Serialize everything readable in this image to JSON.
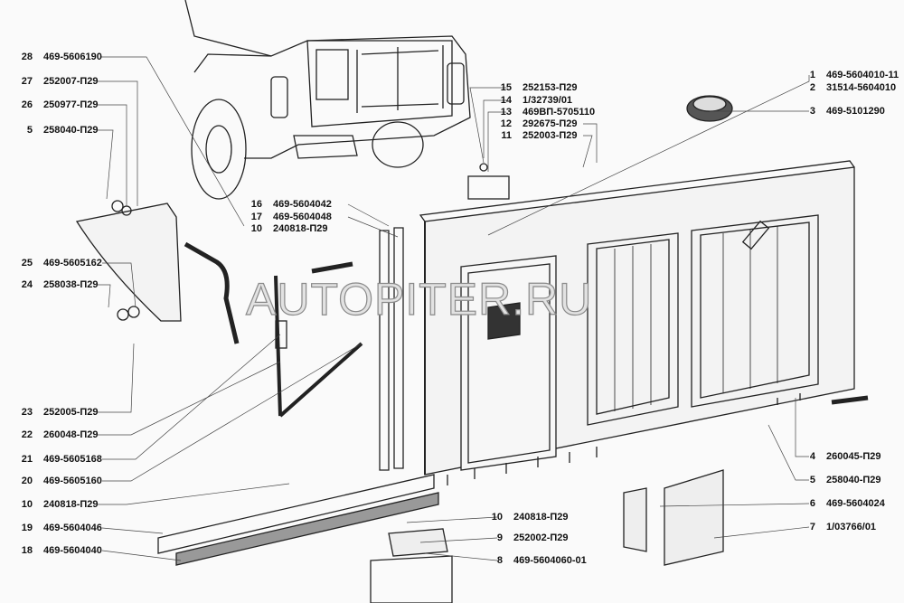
{
  "watermark": "AUTOPITER.RU",
  "callouts": [
    {
      "num": "28",
      "code": "469-5606190"
    },
    {
      "num": "27",
      "code": "252007-П29"
    },
    {
      "num": "26",
      "code": "250977-П29"
    },
    {
      "num": "5",
      "code": "258040-П29"
    },
    {
      "num": "25",
      "code": "469-5605162"
    },
    {
      "num": "24",
      "code": "258038-П29"
    },
    {
      "num": "23",
      "code": "252005-П29"
    },
    {
      "num": "22",
      "code": "260048-П29"
    },
    {
      "num": "21",
      "code": "469-5605168"
    },
    {
      "num": "20",
      "code": "469-5605160"
    },
    {
      "num": "10",
      "code": "240818-П29"
    },
    {
      "num": "19",
      "code": "469-5604046"
    },
    {
      "num": "18",
      "code": "469-5604040"
    },
    {
      "num": "16",
      "code": "469-5604042"
    },
    {
      "num": "17",
      "code": "469-5604048"
    },
    {
      "num": "10",
      "code": "240818-П29"
    },
    {
      "num": "15",
      "code": "252153-П29"
    },
    {
      "num": "14",
      "code": "1/32739/01"
    },
    {
      "num": "13",
      "code": "469ВП-5705110"
    },
    {
      "num": "12",
      "code": "292675-П29"
    },
    {
      "num": "11",
      "code": "252003-П29"
    },
    {
      "num": "1",
      "code": "469-5604010-11"
    },
    {
      "num": "2",
      "code": "31514-5604010"
    },
    {
      "num": "3",
      "code": "469-5101290"
    },
    {
      "num": "4",
      "code": "260045-П29"
    },
    {
      "num": "5",
      "code": "258040-П29"
    },
    {
      "num": "6",
      "code": "469-5604024"
    },
    {
      "num": "7",
      "code": "1/03766/01"
    },
    {
      "num": "10",
      "code": "240818-П29"
    },
    {
      "num": "9",
      "code": "252002-П29"
    },
    {
      "num": "8",
      "code": "469-5604060-01"
    }
  ]
}
